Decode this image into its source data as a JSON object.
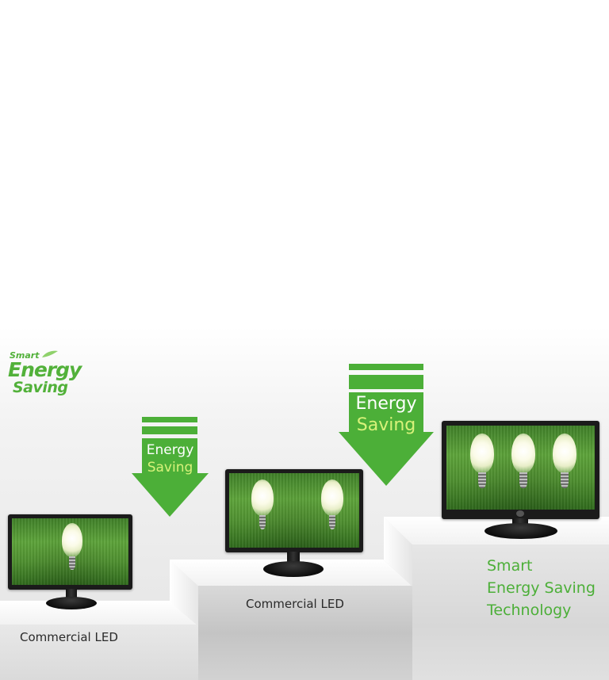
{
  "logo": {
    "line1": "Smart",
    "line2": "Energy",
    "line3": "Saving"
  },
  "arrows": [
    {
      "line1": "Energy",
      "line2": "Saving"
    },
    {
      "line1": "Energy",
      "line2": "Saving"
    }
  ],
  "products": [
    {
      "label": "Commercial LED"
    },
    {
      "label": "Commercial LED"
    }
  ],
  "tagline": {
    "line1": "Smart",
    "line2": "Energy Saving",
    "line3": "Technology"
  },
  "colors": {
    "brand_green": "#4caf38",
    "accent_lime": "#d8f27a"
  }
}
